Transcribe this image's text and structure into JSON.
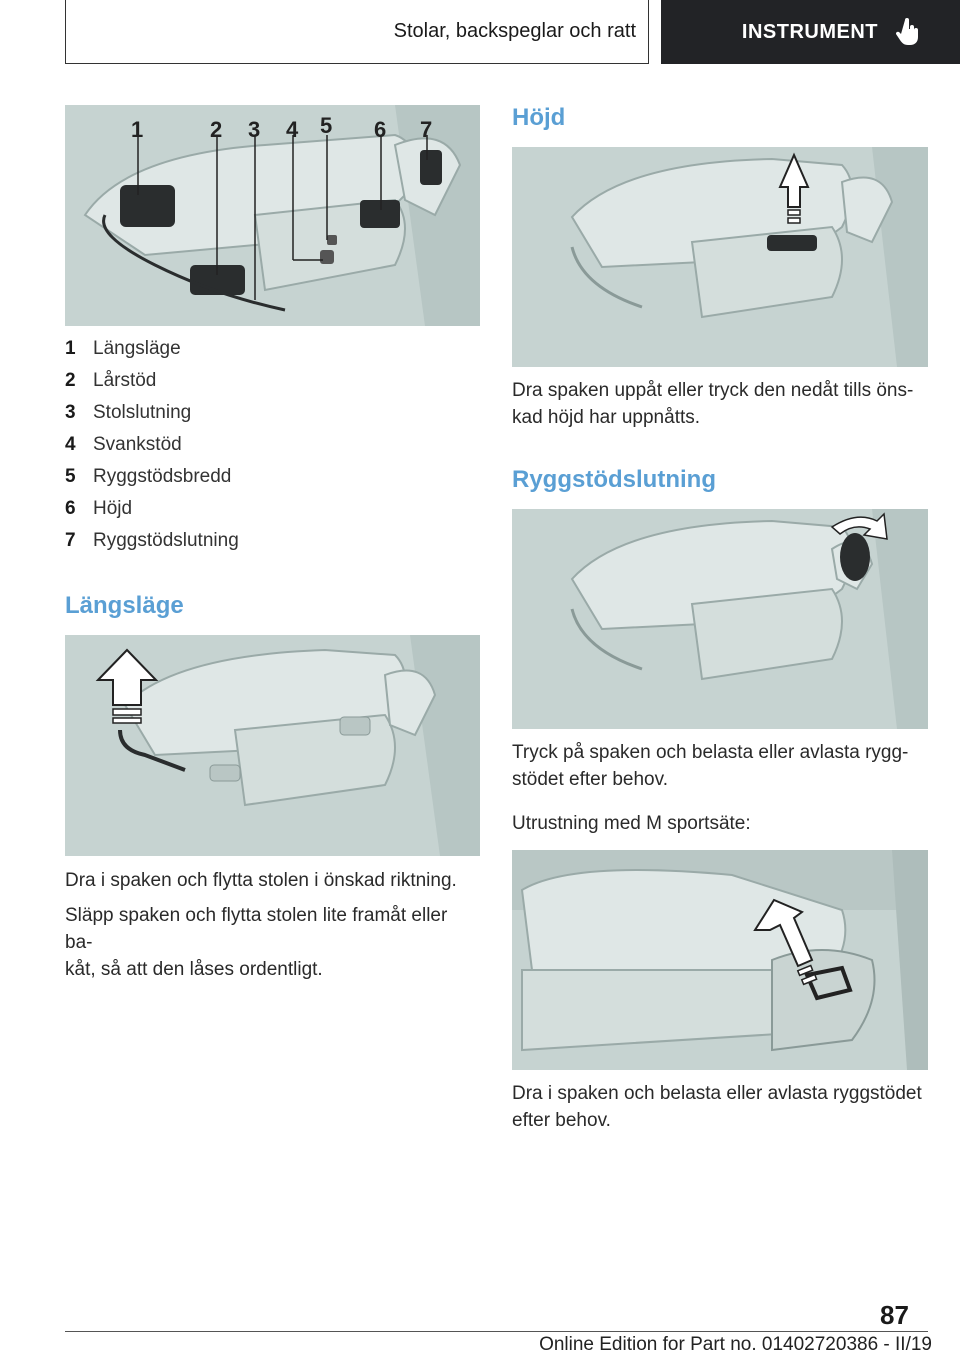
{
  "header": {
    "section": "Stolar, backspeglar och ratt",
    "chapter": "INSTRUMENT",
    "chapter_icon": "pointing-hand-icon"
  },
  "overview": {
    "callouts": [
      "1",
      "2",
      "3",
      "4",
      "5",
      "6",
      "7"
    ],
    "items": [
      {
        "num": "1",
        "label": "Längsläge"
      },
      {
        "num": "2",
        "label": "Lårstöd"
      },
      {
        "num": "3",
        "label": "Stolslutning"
      },
      {
        "num": "4",
        "label": "Svankstöd"
      },
      {
        "num": "5",
        "label": "Ryggstödsbredd"
      },
      {
        "num": "6",
        "label": "Höjd"
      },
      {
        "num": "7",
        "label": "Ryggstödslutning"
      }
    ]
  },
  "sections": {
    "langslage": {
      "title": "Längsläge",
      "p1": "Dra i spaken och flytta stolen i önskad riktning.",
      "p2a": "Släpp spaken och flytta stolen lite framåt eller ba-",
      "p2b": "kåt, så att den låses ordentligt."
    },
    "hojd": {
      "title": "Höjd",
      "p1a": "Dra spaken uppåt eller tryck den nedåt tills öns-",
      "p1b": "kad höjd har uppnåtts."
    },
    "ryggstodslutning": {
      "title": "Ryggstödslutning",
      "p1a": "Tryck på spaken och belasta eller avlasta rygg-",
      "p1b": "stödet efter behov.",
      "p2": "Utrustning med M sportsäte:",
      "p3a": "Dra i spaken och belasta eller avlasta ryggstödet",
      "p3b": "efter behov."
    }
  },
  "footer": {
    "page_number": "87",
    "edition": "Online Edition for Part no. 01402720386 - II/19"
  }
}
